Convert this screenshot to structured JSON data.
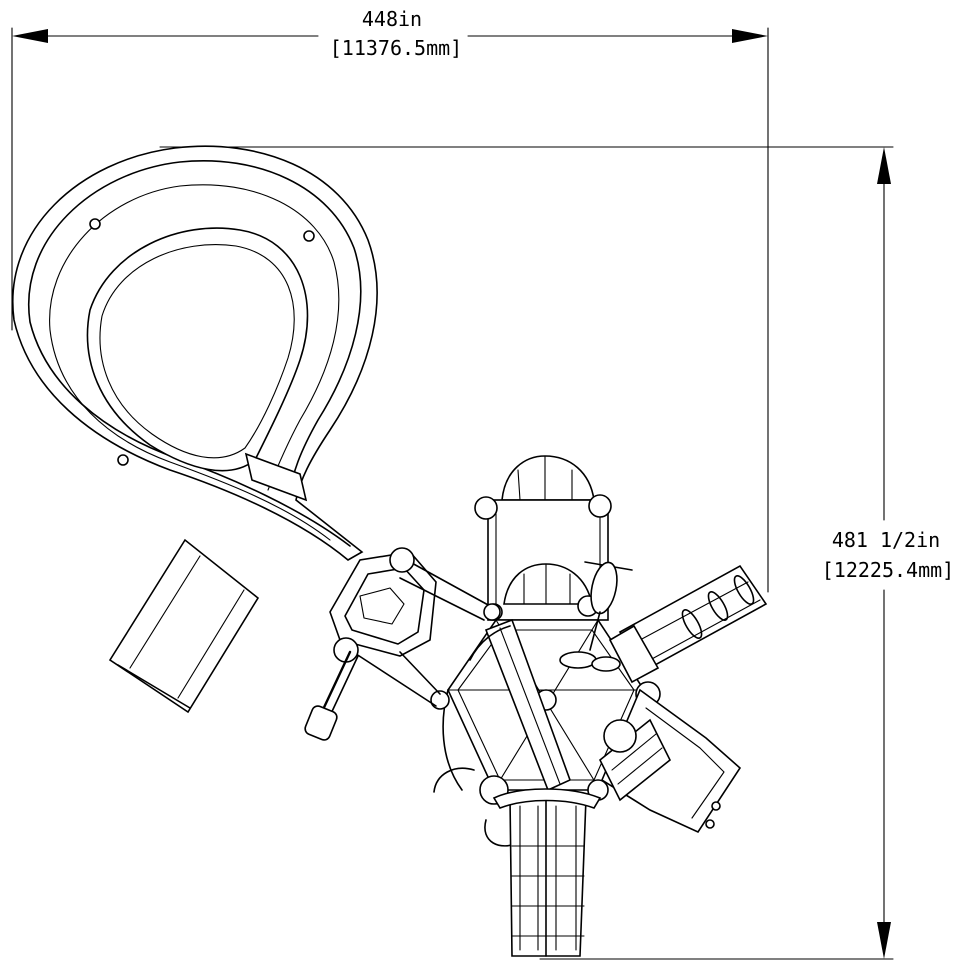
{
  "dimensions": {
    "width": {
      "imperial": "448in",
      "metric": "[11376.5mm]"
    },
    "height": {
      "imperial": "481 1/2in",
      "metric": "[12225.4mm]"
    }
  },
  "colors": {
    "line": "#000000",
    "background": "#ffffff"
  }
}
